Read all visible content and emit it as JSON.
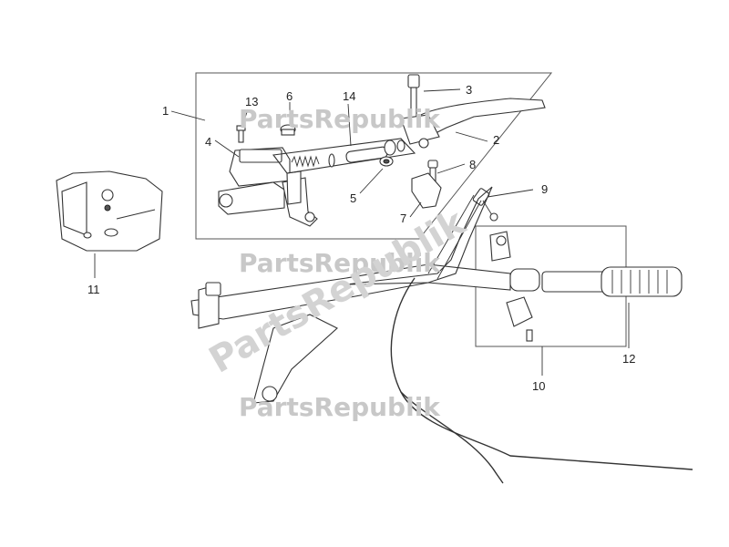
{
  "callouts": {
    "c1": "1",
    "c2": "2",
    "c3": "3",
    "c4": "4",
    "c5": "5",
    "c6": "6",
    "c7": "7",
    "c8": "8",
    "c9": "9",
    "c10": "10",
    "c11": "11",
    "c12": "12",
    "c13": "13",
    "c14": "14"
  },
  "watermark": {
    "text": "PartsRepublik",
    "diagonal_text": "PartsRepublik"
  },
  "colors": {
    "line": "#333333",
    "watermark": "#c8c8c8",
    "background": "#ffffff"
  }
}
